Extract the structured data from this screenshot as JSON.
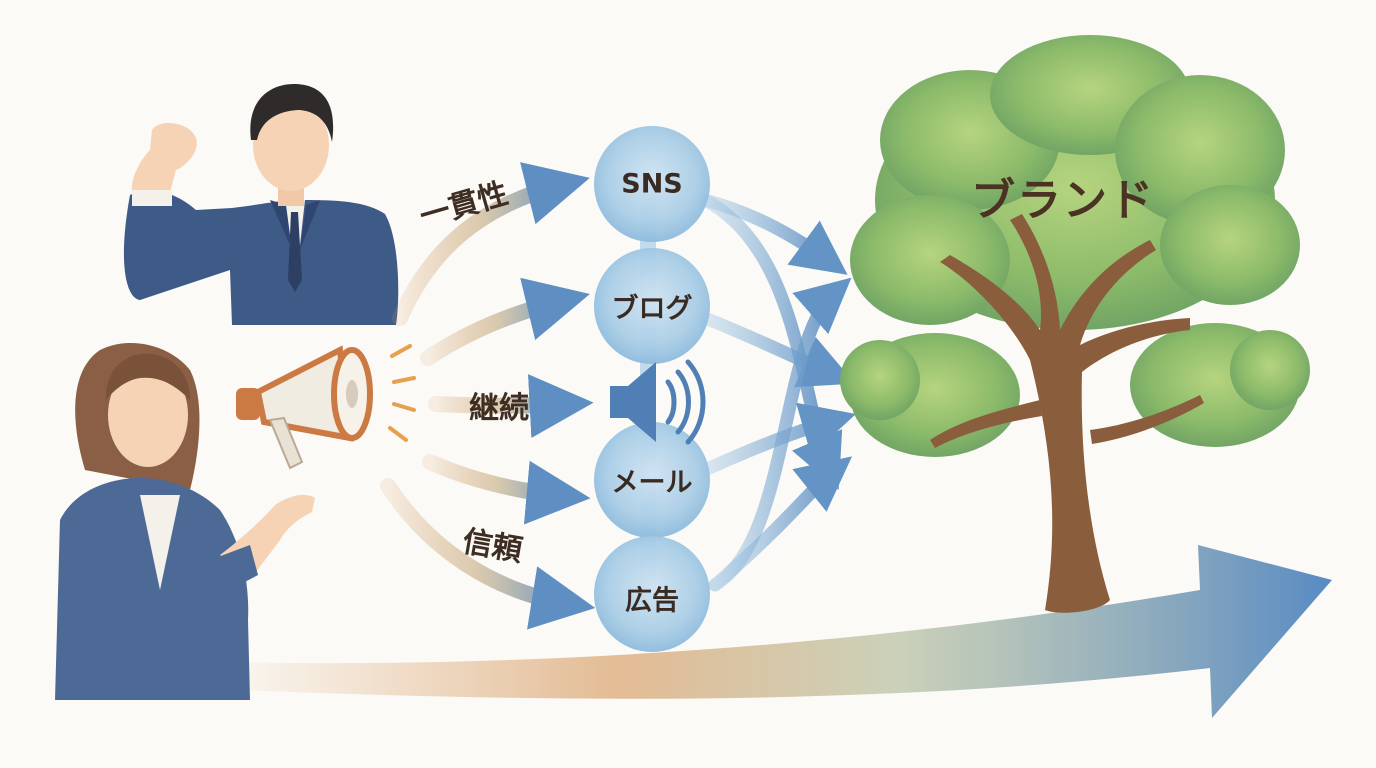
{
  "keywords": {
    "consistency": "一貫性",
    "continuity": "継続",
    "trust": "信頼"
  },
  "channels": [
    {
      "label": "SNS"
    },
    {
      "label": "ブログ"
    },
    {
      "label": "メール"
    },
    {
      "label": "広告"
    }
  ],
  "brand": {
    "label": "ブランド"
  },
  "icons": [
    "megaphone-icon",
    "speaker-icon",
    "tree-icon",
    "growth-arrow-icon"
  ],
  "colors": {
    "arrow_blue": "#5f8fc2",
    "arrow_orange": "#d9a06a",
    "circle_blue": "#a9cde6",
    "suit_navy": "#3e5a86",
    "leaf_green": "#8cbb6a",
    "trunk_brown": "#8a5e3c"
  }
}
